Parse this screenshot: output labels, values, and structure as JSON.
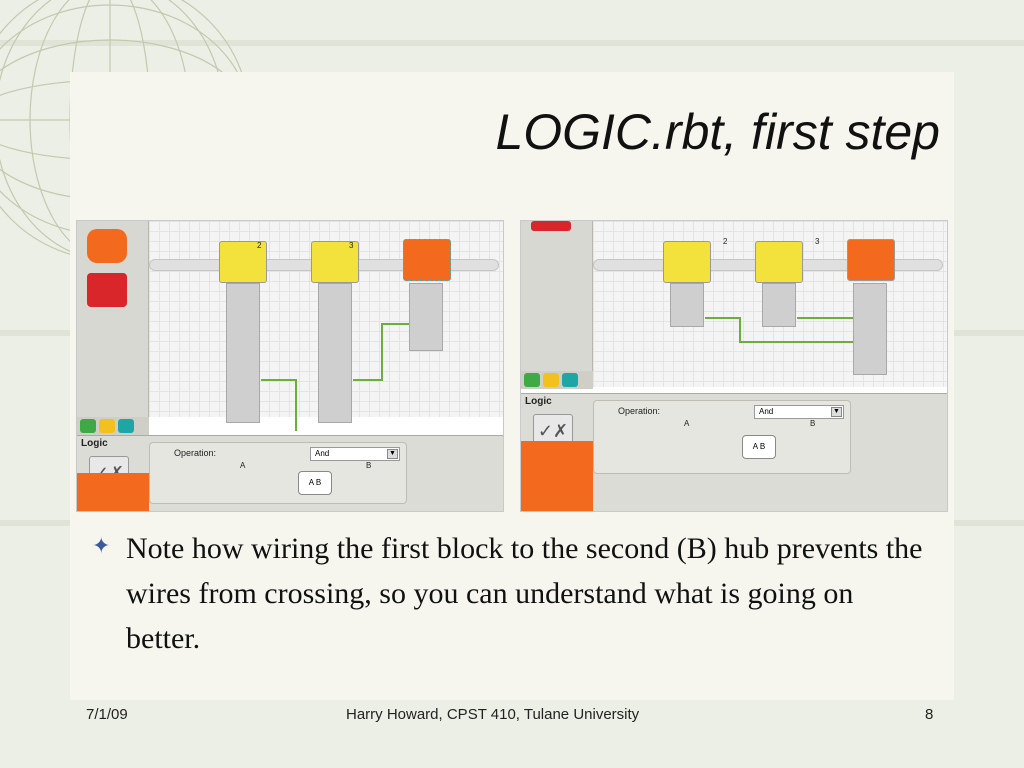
{
  "slide": {
    "title": "LOGIC.rbt, first step",
    "bullet_icon": "four-point-star-icon",
    "bullet_text": "Note how wiring the first block to the second (B) hub prevents the wires from crossing, so you can understand what is going on better.",
    "footer_date": "7/1/09",
    "footer_center": "Harry Howard, CPST 410, Tulane University",
    "footer_page": "8"
  },
  "colors": {
    "accent_blue": "#3d5a9c",
    "lego_orange": "#f36a1e",
    "lego_yellow": "#f3e23c",
    "wire_green": "#6cae3b"
  },
  "screenshot_left": {
    "block_numbers": [
      "2",
      "3"
    ],
    "config": {
      "panel_label": "Logic",
      "operation_label": "Operation:",
      "operation_value": "And",
      "input_a": "A",
      "input_b": "B",
      "venn_label": "A B"
    }
  },
  "screenshot_right": {
    "block_numbers": [
      "2",
      "3"
    ],
    "config": {
      "panel_label": "Logic",
      "operation_label": "Operation:",
      "operation_value": "And",
      "input_a": "A",
      "input_b": "B",
      "venn_label": "A B"
    }
  }
}
